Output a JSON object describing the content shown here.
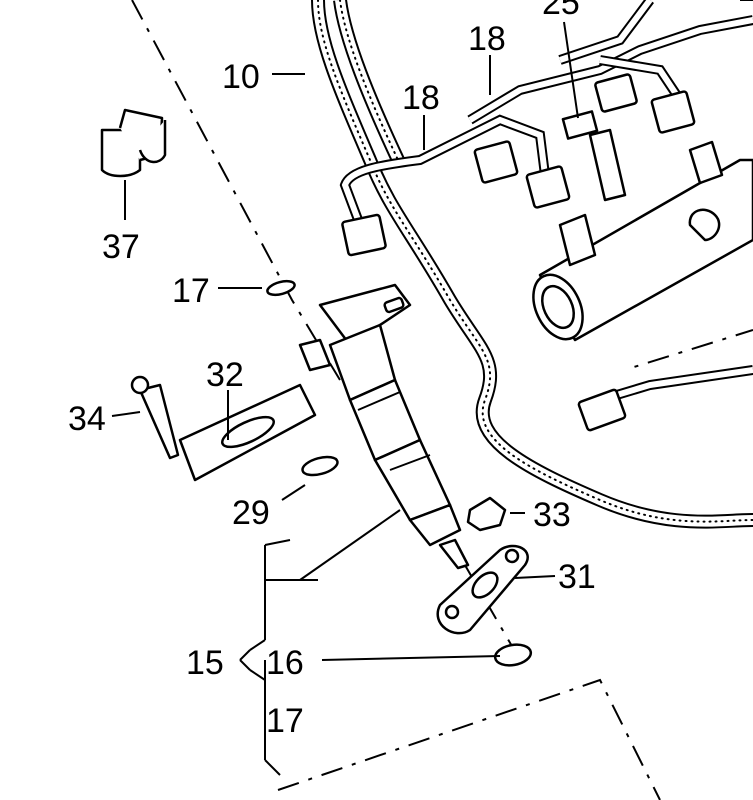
{
  "callouts": {
    "c10": "10",
    "c18a": "18",
    "c18b": "18",
    "c25": "25",
    "c37": "37",
    "c17a": "17",
    "c32": "32",
    "c34": "34",
    "c29": "29",
    "c33": "33",
    "c31": "31",
    "c15": "15",
    "c16": "16",
    "c17b": "17"
  }
}
